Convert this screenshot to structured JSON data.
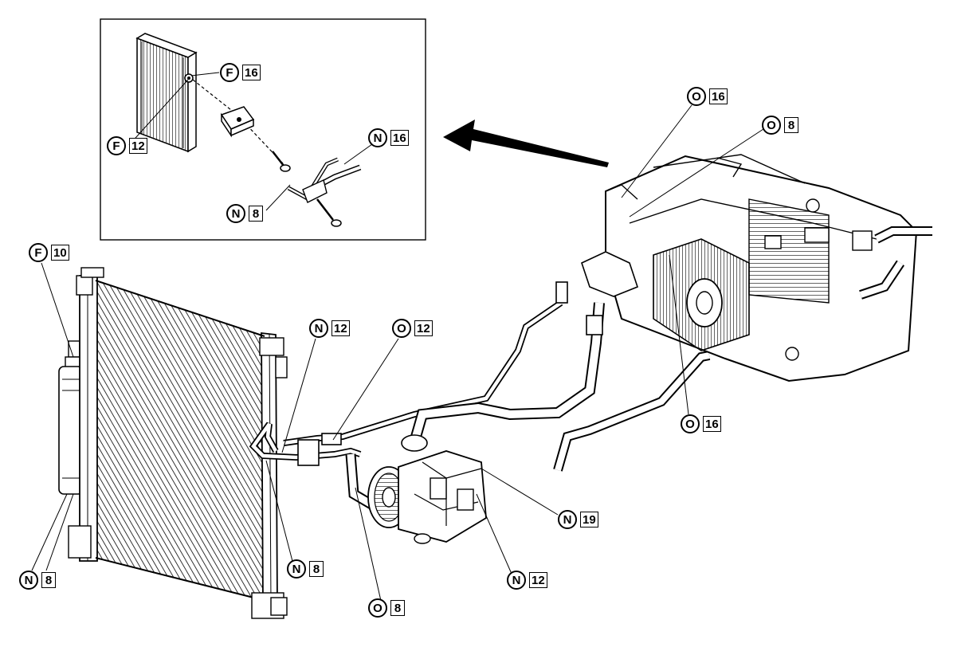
{
  "callouts": [
    {
      "id": "c1",
      "letter": "F",
      "torque": "16"
    },
    {
      "id": "c2",
      "letter": "F",
      "torque": "12"
    },
    {
      "id": "c3",
      "letter": "N",
      "torque": "16"
    },
    {
      "id": "c4",
      "letter": "N",
      "torque": "8"
    },
    {
      "id": "c5",
      "letter": "O",
      "torque": "16"
    },
    {
      "id": "c6",
      "letter": "O",
      "torque": "8"
    },
    {
      "id": "c7",
      "letter": "F",
      "torque": "10"
    },
    {
      "id": "c8",
      "letter": "N",
      "torque": "12"
    },
    {
      "id": "c9",
      "letter": "O",
      "torque": "12"
    },
    {
      "id": "c10",
      "letter": "O",
      "torque": "16"
    },
    {
      "id": "c11",
      "letter": "N",
      "torque": "19"
    },
    {
      "id": "c12",
      "letter": "N",
      "torque": "8"
    },
    {
      "id": "c13",
      "letter": "N",
      "torque": "8"
    },
    {
      "id": "c14",
      "letter": "O",
      "torque": "8"
    },
    {
      "id": "c15",
      "letter": "N",
      "torque": "12"
    }
  ]
}
